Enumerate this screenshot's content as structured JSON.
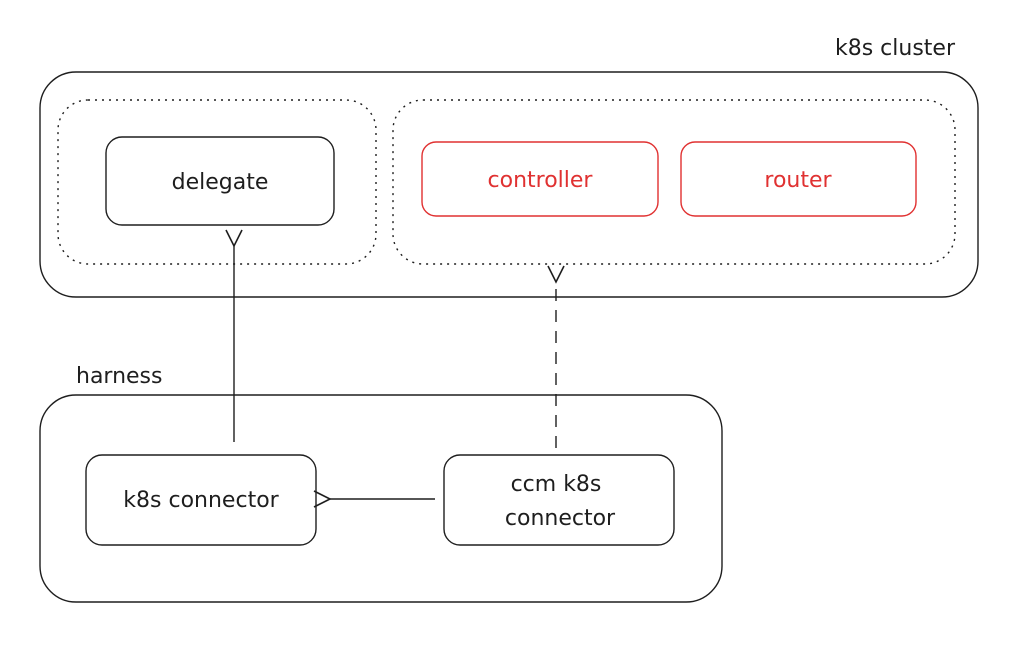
{
  "cluster": {
    "title": "k8s cluster",
    "nodes": {
      "delegate": "delegate",
      "controller": "controller",
      "router": "router"
    }
  },
  "harness": {
    "title": "harness",
    "nodes": {
      "k8s_connector": "k8s connector",
      "ccm_line1": "ccm k8s",
      "ccm_line2": "connector"
    }
  },
  "colors": {
    "stroke": "#1e1e1e",
    "highlight": "#e03131",
    "background": "#ffffff"
  }
}
